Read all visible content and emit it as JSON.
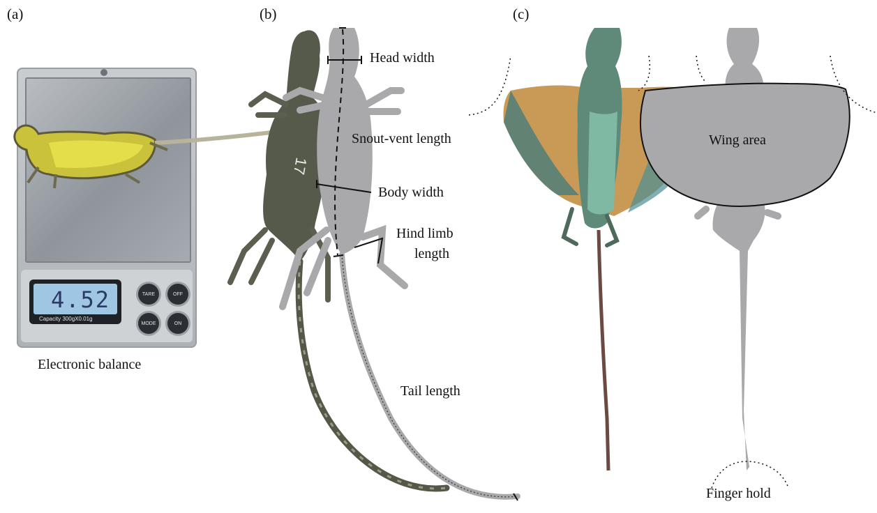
{
  "panels": {
    "a": "(a)",
    "b": "(b)",
    "c": "(c)"
  },
  "balance": {
    "caption": "Electronic balance",
    "display": "4.52",
    "capacity": "Capacity 300gX0.01g",
    "buttons": {
      "tare": "TARE",
      "off": "OFF",
      "mode": "MODE",
      "on": "ON"
    }
  },
  "measurements": {
    "head_width": "Head width",
    "snout_vent": "Snout-vent length",
    "body_width": "Body width",
    "hind_limb_1": "Hind limb",
    "hind_limb_2": "length",
    "tail": "Tail length",
    "wing_area": "Wing area",
    "finger_hold": "Finger hold"
  },
  "specimen_mark": "17",
  "colors": {
    "silhouette": "#a9a9ac",
    "lizard_dark": "#4f5346",
    "wing_orange": "#d49a45",
    "wing_teal": "#3e7f84",
    "belly_yellow": "#d8d33a"
  }
}
